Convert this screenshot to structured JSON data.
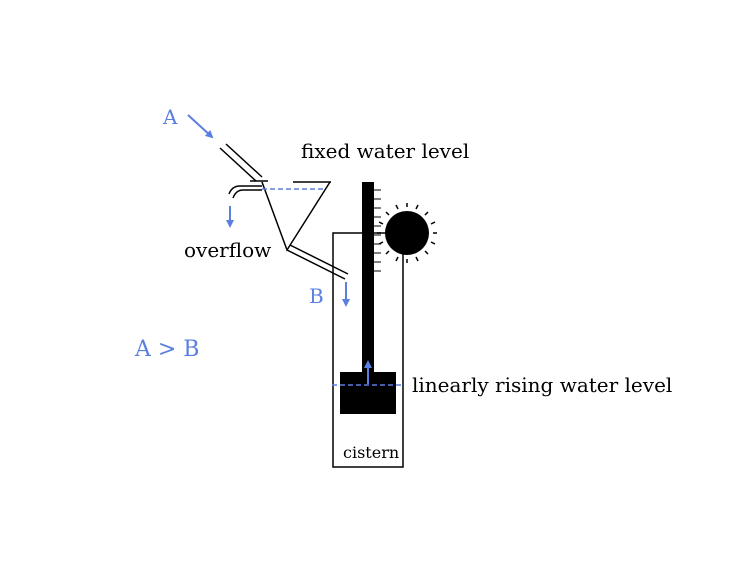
{
  "labels": {
    "inflow": "A",
    "outflow": "B",
    "fixed_level": "fixed water level",
    "overflow": "overflow",
    "relation": "A > B",
    "rising_level": "linearly rising water level",
    "cistern": "cistern"
  },
  "colors": {
    "accent_blue": "#5b7fe0",
    "ink": "#000000",
    "background": "#ffffff"
  }
}
